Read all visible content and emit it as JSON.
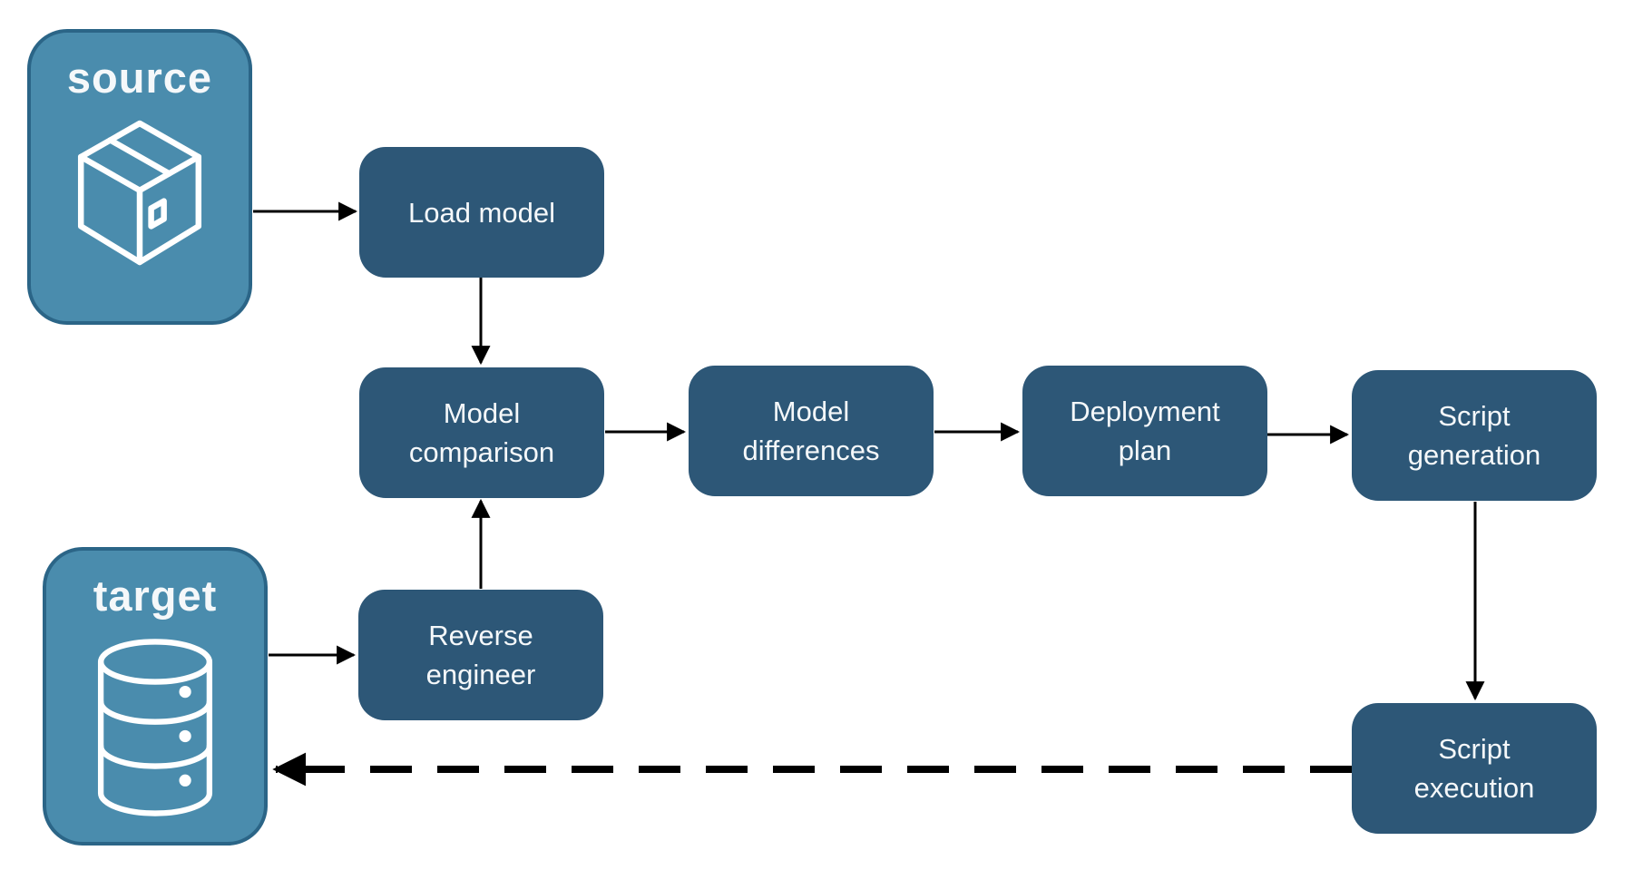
{
  "diagram": {
    "description": "Database schema deployment pipeline flowchart",
    "nodes": {
      "source": {
        "label": "source",
        "icon": "package-icon"
      },
      "target": {
        "label": "target",
        "icon": "database-icon"
      },
      "load_model": {
        "label": "Load model"
      },
      "model_comparison": {
        "label": "Model comparison"
      },
      "model_differences": {
        "label": "Model differences"
      },
      "deployment_plan": {
        "label": "Deployment plan"
      },
      "script_generation": {
        "label": "Script generation"
      },
      "reverse_engineer": {
        "label": "Reverse engineer"
      },
      "script_execution": {
        "label": "Script execution"
      }
    },
    "edges": [
      {
        "from": "source",
        "to": "load_model",
        "style": "solid"
      },
      {
        "from": "load_model",
        "to": "model_comparison",
        "style": "solid"
      },
      {
        "from": "model_comparison",
        "to": "model_differences",
        "style": "solid"
      },
      {
        "from": "model_differences",
        "to": "deployment_plan",
        "style": "solid"
      },
      {
        "from": "deployment_plan",
        "to": "script_generation",
        "style": "solid"
      },
      {
        "from": "script_generation",
        "to": "script_execution",
        "style": "solid"
      },
      {
        "from": "target",
        "to": "reverse_engineer",
        "style": "solid"
      },
      {
        "from": "reverse_engineer",
        "to": "model_comparison",
        "style": "solid"
      },
      {
        "from": "script_execution",
        "to": "target",
        "style": "dashed"
      }
    ],
    "colors": {
      "endpoint_fill": "#4A8CAD",
      "endpoint_border": "#2B6587",
      "process_fill": "#2D5777",
      "arrow": "#000000",
      "label_text": "#F5F8FA",
      "icon_stroke": "#FFFFFF",
      "background": "#FFFFFF"
    }
  }
}
